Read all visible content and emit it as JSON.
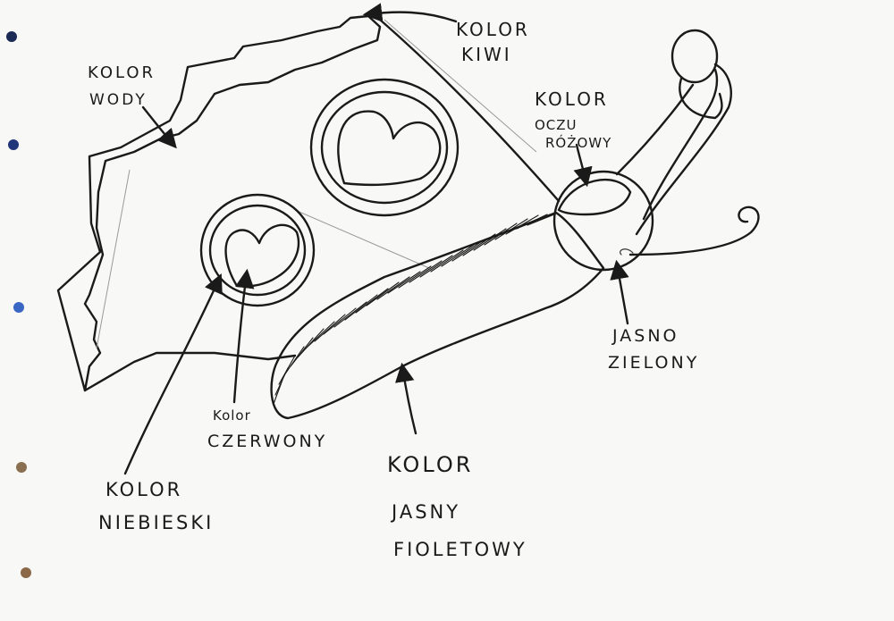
{
  "labels": {
    "kolor_kiwi": [
      "KOLOR",
      "KIWI"
    ],
    "kolor_wody": [
      "KOLOR",
      "WODY"
    ],
    "kolor_oczu": [
      "KOLOR",
      "OCZU",
      "RÓŻOWY"
    ],
    "jasno_zielony": [
      "JASNO",
      "ZIELONY"
    ],
    "kolor_czerwony": [
      "Kolor",
      "CZERWONY"
    ],
    "kolor_niebieski": [
      "KOLOR",
      "NIEBIESKI"
    ],
    "kolor_jasny_fioletowy": [
      "KOLOR",
      "JASNY",
      "FIOLETOWY"
    ]
  },
  "colors": {
    "paper": "#f8f8f6",
    "ink": "#1a1a1a",
    "binder_holes": [
      "#1a2a55",
      "#22367a",
      "#3a67c4",
      "#8a7050",
      "#8a6848"
    ]
  },
  "icons": [
    "arrow-head",
    "heart",
    "binder-hole"
  ]
}
